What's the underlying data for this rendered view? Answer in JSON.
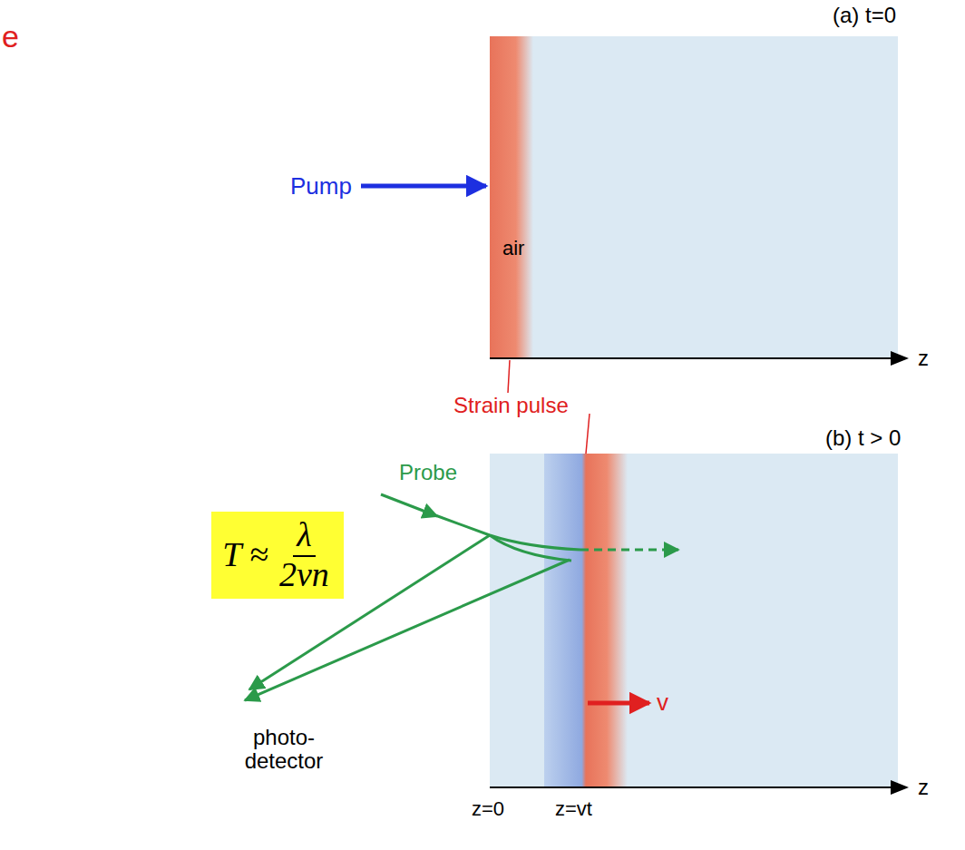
{
  "diagram": {
    "nodes": [
      {
        "text": [
          "T ≈",
          "λ",
          "2vn"
        ]
      }
    ],
    "labels": [
      "e",
      "(a) t=0",
      "Pump",
      "air",
      "z",
      "Strain pulse",
      "(b) t > 0",
      "Probe",
      "photo- detector",
      "v",
      "z=0",
      "z=vt",
      "z"
    ]
  }
}
